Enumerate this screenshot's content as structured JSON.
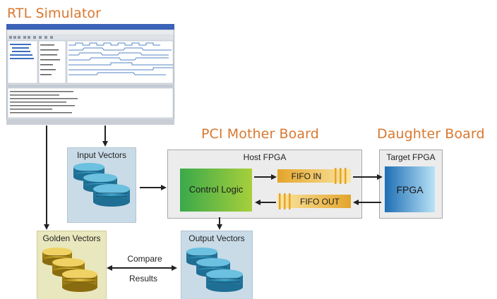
{
  "titles": {
    "rtl_simulator": "RTL Simulator",
    "pci_mother_board": "PCI Mother Board",
    "daughter_board": "Daughter Board"
  },
  "boxes": {
    "input_vectors": "Input Vectors",
    "host_fpga": "Host FPGA",
    "target_fpga": "Target FPGA",
    "golden_vectors": "Golden Vectors",
    "output_vectors": "Output Vectors"
  },
  "blocks": {
    "control_logic": "Control Logic",
    "fifo_in": "FIFO IN",
    "fifo_out": "FIFO OUT",
    "fpga": "FPGA"
  },
  "labels": {
    "compare": "Compare",
    "results": "Results"
  },
  "colors": {
    "title": "#d9782e",
    "input_box": "#c9dbe7",
    "output_box": "#c9dbe7",
    "golden_box": "#e9e7bd",
    "host_box": "#ececec",
    "target_box": "#ececec",
    "blue_disk": "#2b8db5",
    "gold_disk": "#c9a21c",
    "control_logic_start": "#3aa94a",
    "control_logic_end": "#a7cf3b",
    "fifo_start": "#e3a52a",
    "fifo_end": "#fbe6a3",
    "fpga_start": "#1e6fb5",
    "fpga_end": "#b9e2f6"
  }
}
